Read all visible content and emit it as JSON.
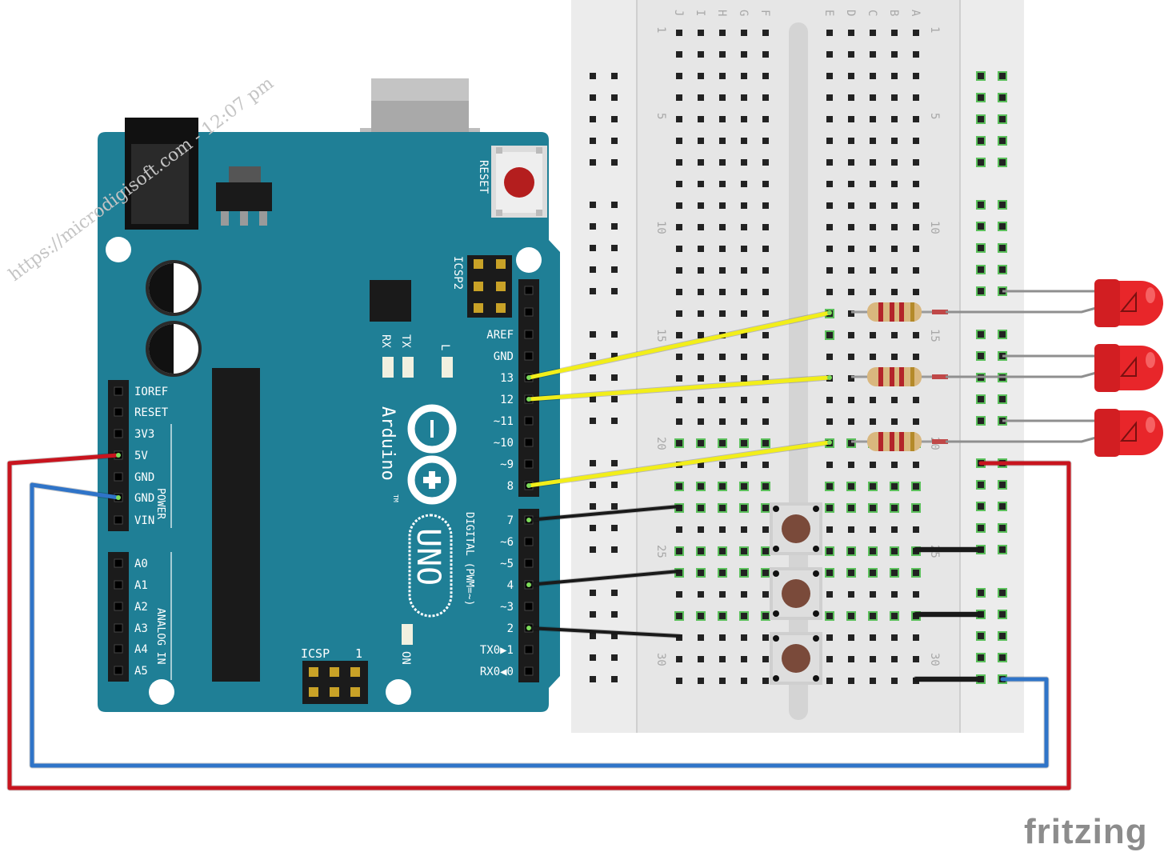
{
  "watermark": "https://microdigisoft.com - 12:07 pm",
  "brand": "fritzing",
  "arduino": {
    "reset_label": "RESET",
    "icsp2_label": "ICSP2",
    "icsp_label": "ICSP",
    "icsp_pin1": "1",
    "tx_label": "TX",
    "rx_label": "RX",
    "l_label": "L",
    "on_label": "ON",
    "logo_name": "Arduino",
    "logo_tm": "TM",
    "model": "UNO",
    "digital_label": "DIGITAL (PWM=~)",
    "power_label": "POWER",
    "analog_label": "ANALOG IN",
    "power_pins": [
      "IOREF",
      "RESET",
      "3V3",
      "5V",
      "GND",
      "GND",
      "VIN"
    ],
    "analog_pins": [
      "A0",
      "A1",
      "A2",
      "A3",
      "A4",
      "A5"
    ],
    "digital_top_pins": [
      "AREF",
      "GND",
      "13",
      "12",
      "~11",
      "~10",
      "~9",
      "8"
    ],
    "digital_bottom_pins": [
      "7",
      "~6",
      "~5",
      "4",
      "~3",
      "2",
      "TX0▶1",
      "RX0◀0"
    ]
  },
  "breadboard": {
    "letters_left": [
      "J",
      "I",
      "H",
      "G",
      "F"
    ],
    "letters_right": [
      "E",
      "D",
      "C",
      "B",
      "A"
    ],
    "row_numbers": [
      "1",
      "5",
      "10",
      "15",
      "20",
      "25",
      "30"
    ]
  },
  "colors": {
    "board": "#1f7f96",
    "board_dark": "#17677a",
    "breadboard": "#e8e8e8",
    "wire_red": "#c8141e",
    "wire_blue": "#2f74c8",
    "wire_yellow": "#f2ee1a",
    "wire_black": "#1a1a1a",
    "led": "#e8262a",
    "button_cap": "#7a4a3a"
  }
}
